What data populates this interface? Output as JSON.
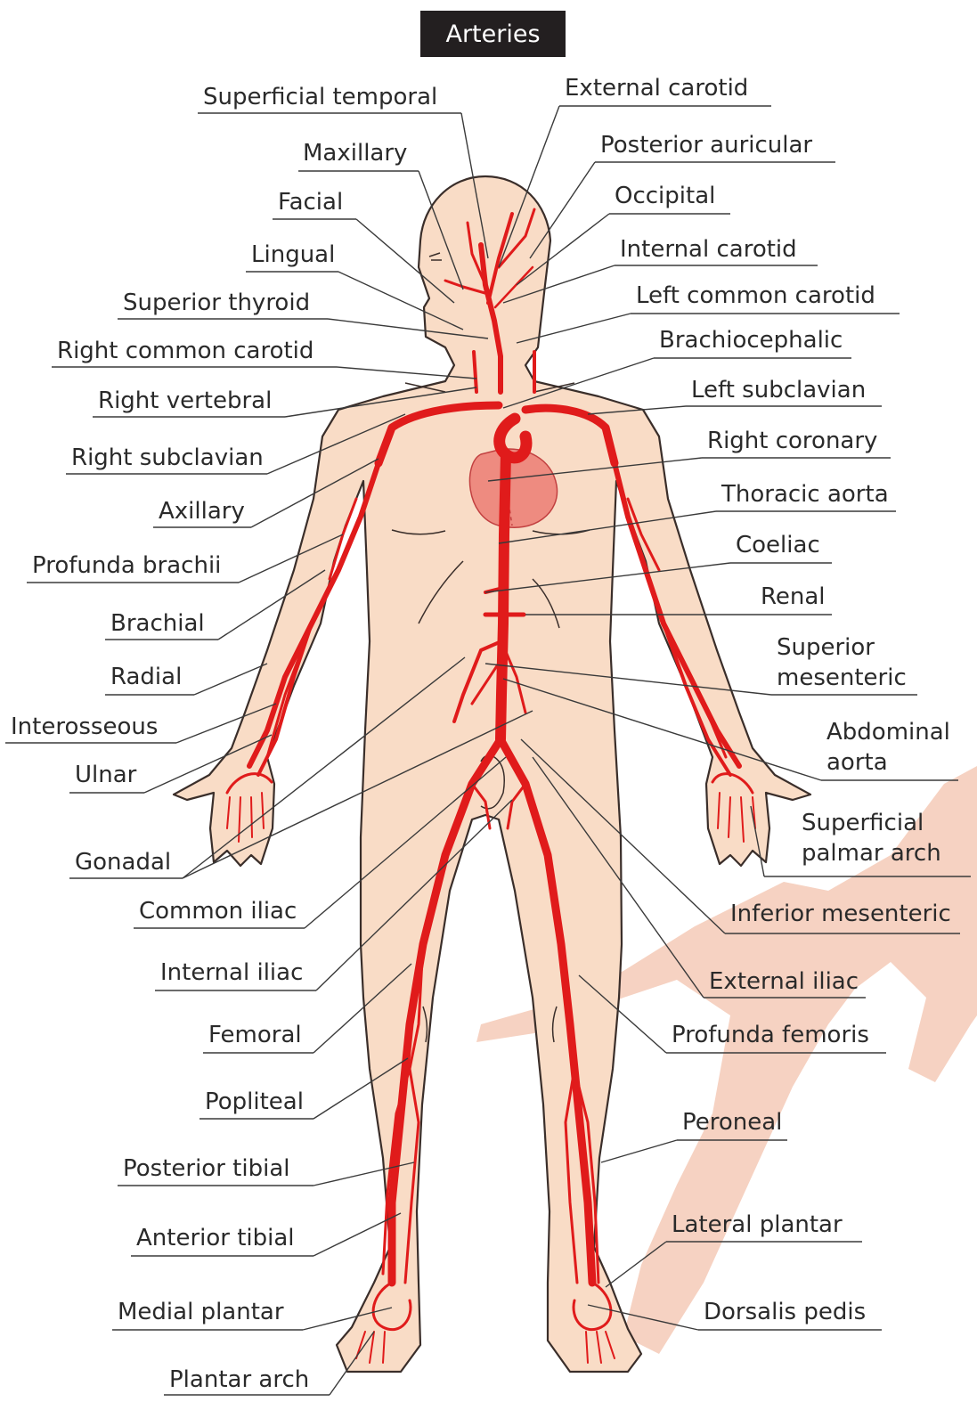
{
  "title": "Arteries",
  "colors": {
    "artery": "#e01b1b",
    "skin": "#f9dcc6",
    "skin_outline": "#3a2e2a",
    "shadow": "#f6d2c2",
    "heart": "#ee8b80",
    "leader": "#3a3a3a",
    "text": "#2a2a2a"
  },
  "labels_left": [
    {
      "id": "superficial-temporal",
      "text": "Superficial temporal"
    },
    {
      "id": "maxillary",
      "text": "Maxillary"
    },
    {
      "id": "facial",
      "text": "Facial"
    },
    {
      "id": "lingual",
      "text": "Lingual"
    },
    {
      "id": "superior-thyroid",
      "text": "Superior thyroid"
    },
    {
      "id": "right-common-carotid",
      "text": "Right common carotid"
    },
    {
      "id": "right-vertebral",
      "text": "Right vertebral"
    },
    {
      "id": "right-subclavian",
      "text": "Right subclavian"
    },
    {
      "id": "axillary",
      "text": "Axillary"
    },
    {
      "id": "profunda-brachii",
      "text": "Profunda brachii"
    },
    {
      "id": "brachial",
      "text": "Brachial"
    },
    {
      "id": "radial",
      "text": "Radial"
    },
    {
      "id": "interosseous",
      "text": "Interosseous"
    },
    {
      "id": "ulnar",
      "text": "Ulnar"
    },
    {
      "id": "gonadal",
      "text": "Gonadal"
    },
    {
      "id": "common-iliac",
      "text": "Common iliac"
    },
    {
      "id": "internal-iliac",
      "text": "Internal iliac"
    },
    {
      "id": "femoral",
      "text": "Femoral"
    },
    {
      "id": "popliteal",
      "text": "Popliteal"
    },
    {
      "id": "posterior-tibial",
      "text": "Posterior tibial"
    },
    {
      "id": "anterior-tibial",
      "text": "Anterior tibial"
    },
    {
      "id": "medial-plantar",
      "text": "Medial plantar"
    },
    {
      "id": "plantar-arch",
      "text": "Plantar arch"
    }
  ],
  "labels_right": [
    {
      "id": "external-carotid",
      "text": "External carotid"
    },
    {
      "id": "posterior-auricular",
      "text": "Posterior auricular"
    },
    {
      "id": "occipital",
      "text": "Occipital"
    },
    {
      "id": "internal-carotid",
      "text": "Internal carotid"
    },
    {
      "id": "left-common-carotid",
      "text": "Left common carotid"
    },
    {
      "id": "brachiocephalic",
      "text": "Brachiocephalic"
    },
    {
      "id": "left-subclavian",
      "text": "Left subclavian"
    },
    {
      "id": "right-coronary",
      "text": "Right coronary"
    },
    {
      "id": "thoracic-aorta",
      "text": "Thoracic aorta"
    },
    {
      "id": "coeliac",
      "text": "Coeliac"
    },
    {
      "id": "renal",
      "text": "Renal"
    },
    {
      "id": "superior-mesenteric",
      "lines": [
        "Superior",
        "mesenteric"
      ]
    },
    {
      "id": "abdominal-aorta",
      "lines": [
        "Abdominal",
        "aorta"
      ]
    },
    {
      "id": "superficial-palmar-arch",
      "lines": [
        "Superficial",
        "palmar arch"
      ]
    },
    {
      "id": "inferior-mesenteric",
      "text": "Inferior mesenteric"
    },
    {
      "id": "external-iliac",
      "text": "External iliac"
    },
    {
      "id": "profunda-femoris",
      "text": "Profunda femoris"
    },
    {
      "id": "peroneal",
      "text": "Peroneal"
    },
    {
      "id": "lateral-plantar",
      "text": "Lateral plantar"
    },
    {
      "id": "dorsalis-pedis",
      "text": "Dorsalis pedis"
    }
  ]
}
